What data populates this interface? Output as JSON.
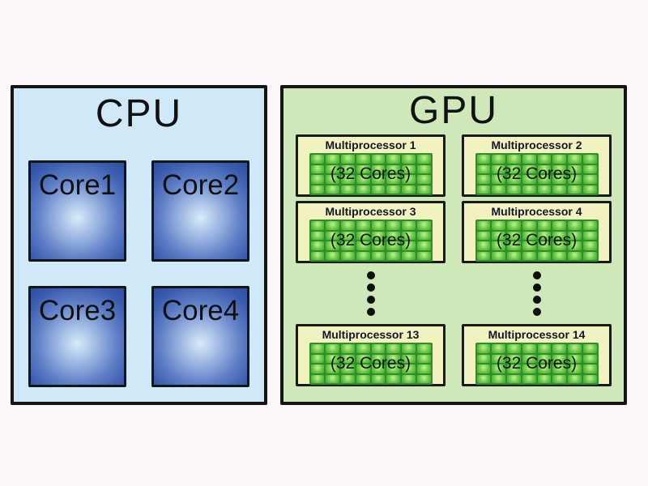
{
  "page": {
    "background": "#fcf7f8"
  },
  "cpu": {
    "title": "CPU",
    "cores": [
      {
        "label": "Core1"
      },
      {
        "label": "Core2"
      },
      {
        "label": "Core3"
      },
      {
        "label": "Core4"
      }
    ],
    "colors": {
      "panel_fill": "#cfe9f8",
      "panel_border": "#151515",
      "core_center": "#d8ecf8",
      "core_edge": "#3a5cae"
    }
  },
  "gpu": {
    "title": "GPU",
    "multiprocessors": [
      {
        "name": "Multiprocessor 1",
        "cores_label": "(32 Cores)"
      },
      {
        "name": "Multiprocessor 2",
        "cores_label": "(32 Cores)"
      },
      {
        "name": "Multiprocessor 3",
        "cores_label": "(32 Cores)"
      },
      {
        "name": "Multiprocessor 4",
        "cores_label": "(32 Cores)"
      },
      {
        "name": "Multiprocessor 13",
        "cores_label": "(32 Cores)"
      },
      {
        "name": "Multiprocessor 14",
        "cores_label": "(32 Cores)"
      }
    ],
    "core_grid": {
      "cols": 8,
      "rows": 4
    },
    "ellipsis": {
      "columns": 2,
      "dots_per_column": 4
    },
    "colors": {
      "panel_fill": "#cee8ba",
      "mp_fill": "#f2f2c0",
      "mp_border": "#1a1a1a",
      "cell_center": "#c6f096",
      "cell_edge": "#41a430",
      "grid_gap": "#2e8e2c",
      "dot_color": "#0e0e0e"
    }
  }
}
